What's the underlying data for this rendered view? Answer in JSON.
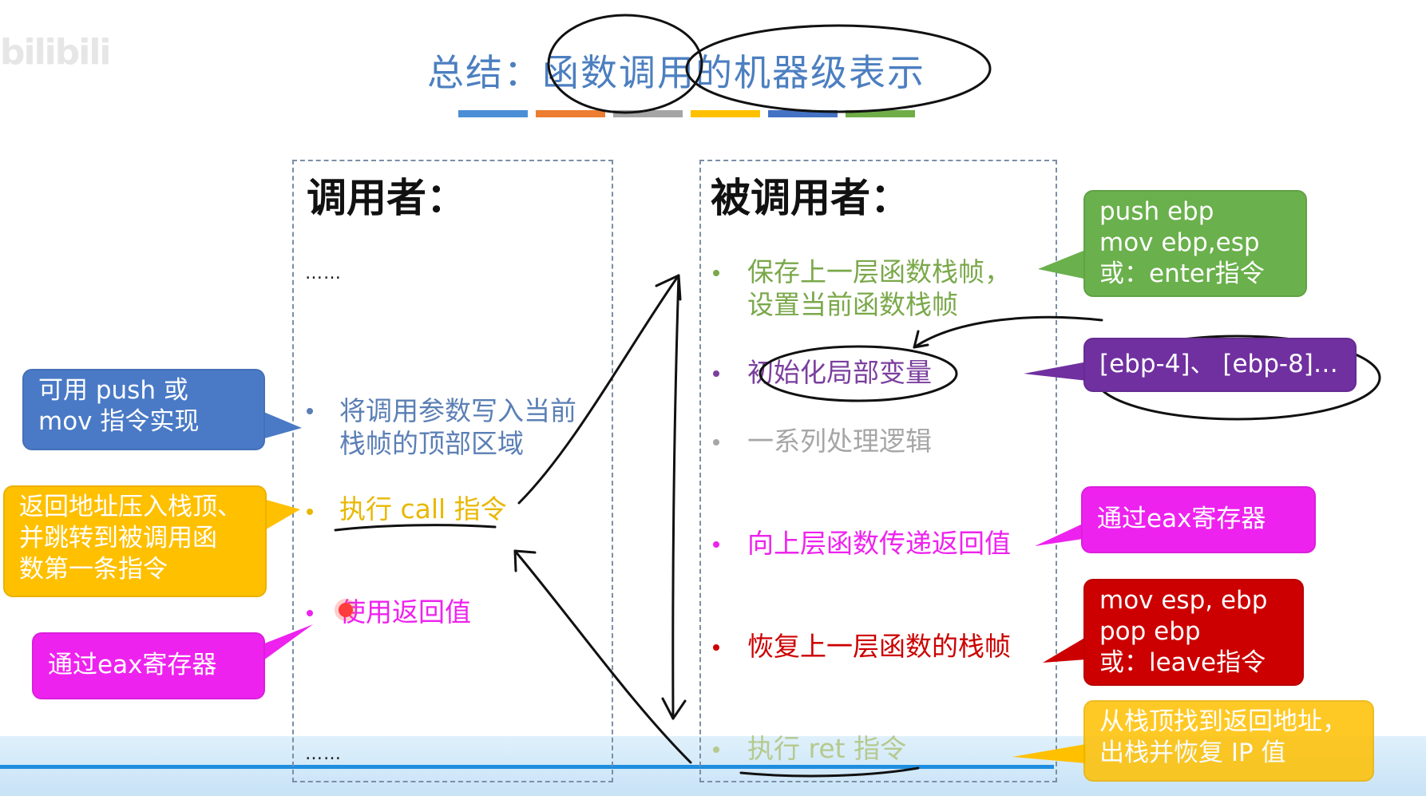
{
  "watermark": "bilibili",
  "title": "总结：函数调用的机器级表示",
  "colors": {
    "title": "#4c7fc0",
    "bars": [
      "#4a8fd6",
      "#ed7d31",
      "#a5a5a5",
      "#ffc000",
      "#4472c4",
      "#70ad47"
    ],
    "blue_callout": "#4a7ac6",
    "orange_callout": "#ffc000",
    "magenta_callout": "#ee22ee",
    "green_callout": "#6ab04c",
    "purple_callout": "#7030a0",
    "red_callout": "#cc0000"
  },
  "caller": {
    "title": "调用者：",
    "dots_top": "……",
    "dots_bottom": "……",
    "items": [
      {
        "lines": [
          "将调用参数写入当前",
          "栈帧的顶部区域"
        ],
        "color": "#5b7fb5"
      },
      {
        "lines": [
          "执行 call 指令"
        ],
        "color": "#e8b800"
      },
      {
        "lines": [
          "使用返回值"
        ],
        "color": "#ee22ee"
      }
    ]
  },
  "callee": {
    "title": "被调用者：",
    "items": [
      {
        "lines": [
          "保存上一层函数栈帧，",
          "设置当前函数栈帧"
        ],
        "color": "#7aa84a"
      },
      {
        "lines": [
          "初始化局部变量"
        ],
        "color": "#7b3f9e"
      },
      {
        "lines": [
          "一系列处理逻辑"
        ],
        "color": "#a6a6a6"
      },
      {
        "lines": [
          "向上层函数传递返回值"
        ],
        "color": "#ee22ee"
      },
      {
        "lines": [
          "恢复上一层函数的栈帧"
        ],
        "color": "#cc0000"
      },
      {
        "lines": [
          "执行 ret 指令"
        ],
        "color": "#b5c98e"
      }
    ]
  },
  "callouts": {
    "push_mov": [
      "可用 push 或",
      "mov 指令实现"
    ],
    "return_addr": [
      "返回地址压入栈顶、",
      "并跳转到被调用函",
      "数第一条指令"
    ],
    "eax_left": [
      "通过eax寄存器"
    ],
    "enter": [
      "push ebp",
      "mov ebp,esp",
      "或：enter指令"
    ],
    "ebp_offsets": [
      "[ebp-4]、 [ebp-8]…"
    ],
    "eax_right": [
      "通过eax寄存器"
    ],
    "leave": [
      "mov esp, ebp",
      "pop ebp",
      "或：leave指令"
    ],
    "ret": [
      "从栈顶找到返回地址，",
      "出栈并恢复 IP 值"
    ]
  }
}
